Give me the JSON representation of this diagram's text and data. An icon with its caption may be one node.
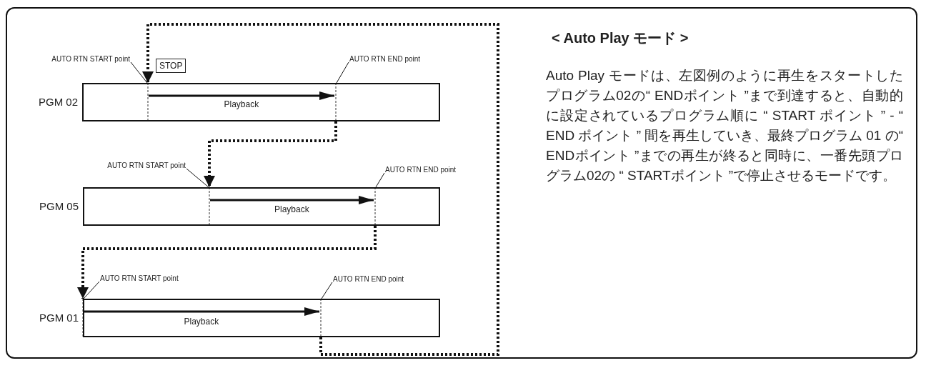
{
  "diagram": {
    "title": "< Auto Play モード >",
    "nodes": [
      {
        "text": [
          "AUTO RTN START point"
        ]
      },
      {
        "text": [
          "STOP"
        ]
      },
      {
        "text": [
          "AUTO RTN END point"
        ]
      },
      {
        "text": [
          "PGM 02"
        ]
      },
      {
        "text": [
          "AUTO RTN START point"
        ]
      },
      {
        "text": [
          "AUTO RTN END point"
        ]
      },
      {
        "text": [
          "PGM 05"
        ]
      },
      {
        "text": [
          "AUTO RTN START point"
        ]
      },
      {
        "text": [
          "AUTO RTN END point"
        ]
      },
      {
        "text": [
          "PGM 01"
        ]
      }
    ],
    "edges": [
      {
        "from": 0,
        "to": 3,
        "arrow": "none"
      },
      {
        "from": 2,
        "to": 3,
        "arrow": "none"
      },
      {
        "from": 4,
        "to": 6,
        "arrow": "none"
      },
      {
        "from": 5,
        "to": 6,
        "arrow": "none"
      },
      {
        "from": 7,
        "to": 9,
        "arrow": "none"
      },
      {
        "from": 8,
        "to": 9,
        "arrow": "none"
      },
      {
        "from": 3,
        "to": 6,
        "arrow": "to",
        "style": "dashed"
      },
      {
        "from": 6,
        "to": 9,
        "arrow": "to",
        "style": "dashed"
      },
      {
        "from": 9,
        "to": 3,
        "arrow": "to",
        "style": "dashed"
      }
    ],
    "labels": [
      "Playback",
      "Playback",
      "Playback",
      "Auto Play モードは、左図例のように再生をスタートしたプログラム02の“ ENDポイント ”まで到達すると、自動的に設定されているプログラム順に “ START ポイント ” - “ END ポイント ” 間を再生していき、最終プログラム 01 の“ ENDポイント ”までの再生が終ると同時に、一番先頭プログラム02の “ STARTポイント ”で停止させるモードです。"
    ]
  }
}
